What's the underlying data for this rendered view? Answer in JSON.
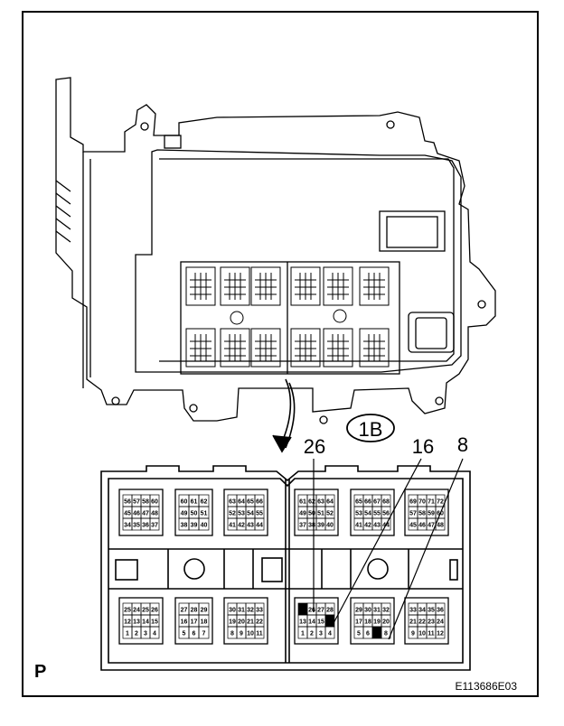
{
  "diagram": {
    "connector_id": "1B",
    "callouts": [
      "26",
      "16",
      "8"
    ],
    "view_letter": "P",
    "figure_code": "E113686E03"
  },
  "connectors": {
    "top_row": [
      [
        "56",
        "57",
        "58",
        "60",
        "45",
        "46",
        "47",
        "48",
        "34",
        "35",
        "36",
        "37"
      ],
      [
        "60",
        "61",
        "62",
        "49",
        "50",
        "51",
        "38",
        "39",
        "40"
      ],
      [
        "63",
        "64",
        "65",
        "66",
        "52",
        "53",
        "54",
        "55",
        "41",
        "42",
        "43",
        "44"
      ],
      [
        "61",
        "62",
        "63",
        "64",
        "49",
        "50",
        "51",
        "52",
        "37",
        "38",
        "39",
        "40"
      ],
      [
        "65",
        "66",
        "67",
        "68",
        "53",
        "54",
        "55",
        "56",
        "41",
        "42",
        "43",
        "44"
      ],
      [
        "69",
        "70",
        "71",
        "72",
        "57",
        "58",
        "59",
        "60",
        "45",
        "46",
        "47",
        "48"
      ]
    ],
    "bottom_row": [
      [
        "25",
        "24",
        "25",
        "26",
        "12",
        "13",
        "14",
        "15",
        "1",
        "2",
        "3",
        "4"
      ],
      [
        "27",
        "28",
        "29",
        "16",
        "17",
        "18",
        "5",
        "6",
        "7"
      ],
      [
        "30",
        "31",
        "32",
        "33",
        "19",
        "20",
        "21",
        "22",
        "8",
        "9",
        "10",
        "11"
      ],
      [
        "25",
        "26",
        "27",
        "28",
        "13",
        "14",
        "15",
        "16",
        "1",
        "2",
        "3",
        "4"
      ],
      [
        "29",
        "30",
        "31",
        "32",
        "17",
        "18",
        "19",
        "20",
        "5",
        "6",
        "7",
        "8"
      ],
      [
        "33",
        "34",
        "35",
        "36",
        "21",
        "22",
        "23",
        "24",
        "9",
        "10",
        "11",
        "12"
      ]
    ]
  },
  "colors": {
    "line": "#000000",
    "background": "#ffffff",
    "highlight": "#000000"
  }
}
